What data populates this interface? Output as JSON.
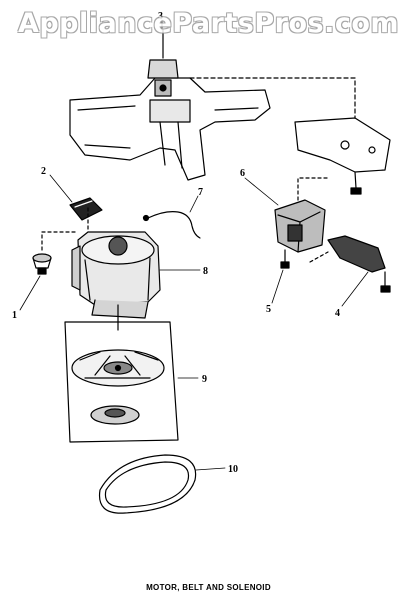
{
  "watermark": "AppliancePartsPros.com",
  "caption": "MOTOR, BELT AND SOLENOID",
  "callouts": [
    "1",
    "2",
    "3",
    "4",
    "5",
    "6",
    "7",
    "8",
    "9",
    "10"
  ],
  "colors": {
    "line": "#000000",
    "background": "#ffffff",
    "watermark_outline": "#9a9a9a"
  }
}
